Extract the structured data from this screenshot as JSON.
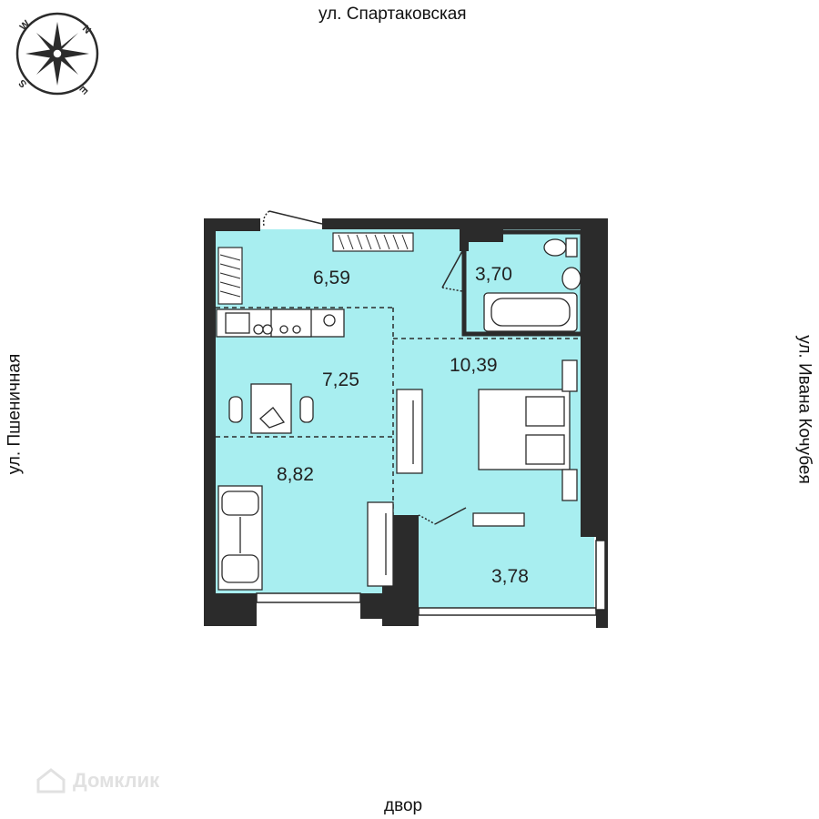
{
  "streets": {
    "top": "ул. Спартаковская",
    "bottom": "двор",
    "left": "ул. Пшеничная",
    "right": "ул. Ивана Кочубея"
  },
  "rooms": [
    {
      "id": "kitchen",
      "area": "6,59"
    },
    {
      "id": "bathroom",
      "area": "3,70"
    },
    {
      "id": "dining",
      "area": "7,25"
    },
    {
      "id": "bedroom",
      "area": "10,39"
    },
    {
      "id": "living",
      "area": "8,82"
    },
    {
      "id": "balcony",
      "area": "3,78"
    }
  ],
  "compass": {
    "n": "N",
    "e": "E",
    "s": "S",
    "w": "W"
  },
  "watermark": "Домклик",
  "colors": {
    "floor": "#a8eef0",
    "wall": "#2b2b2b",
    "line": "#222222"
  },
  "icons": [
    "compass-rose-icon",
    "house-logo-icon"
  ]
}
